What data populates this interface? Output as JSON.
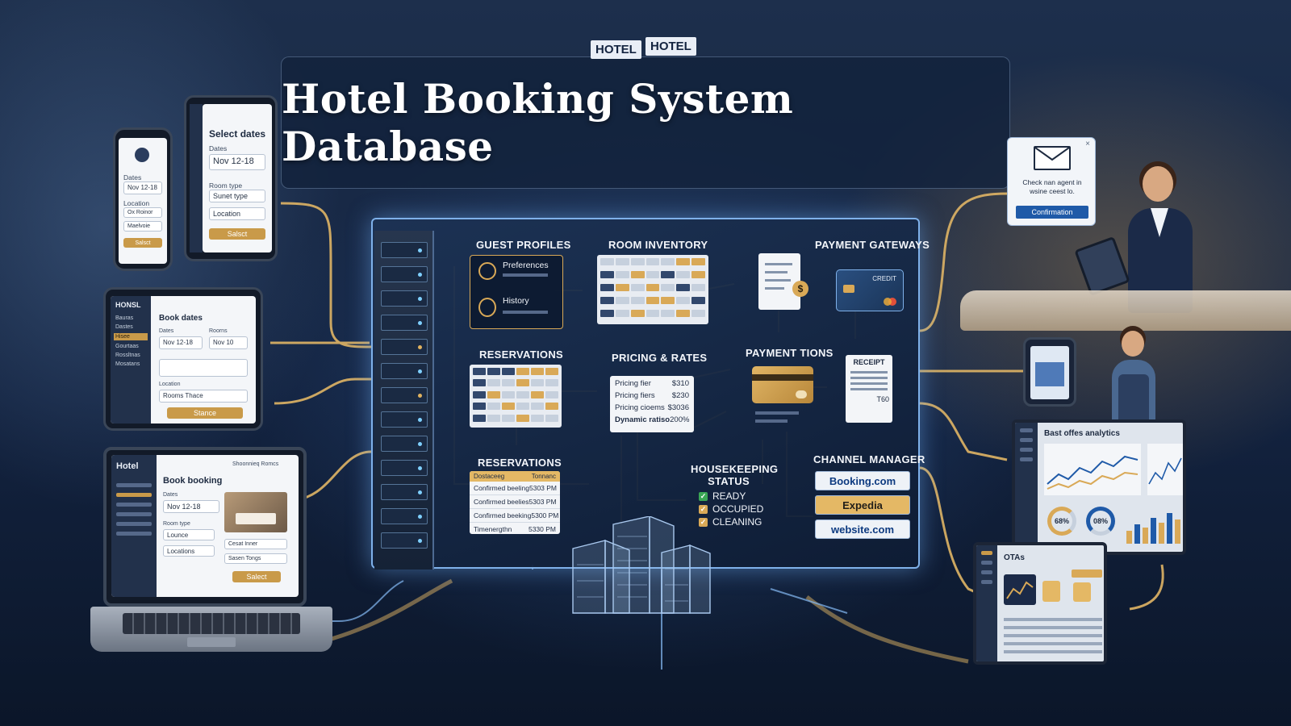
{
  "title": "Hotel Booking System Database",
  "hotel_signs": [
    "HOTEL",
    "HOTEL"
  ],
  "sections": {
    "guest_profiles": {
      "label": "GUEST PROFILES",
      "items": [
        "Preferences",
        "History"
      ]
    },
    "room_inventory": {
      "label": "ROOM INVENTORY"
    },
    "payment_gateways": {
      "label": "PAYMENT GATEWAYS",
      "card_label": "CREDIT"
    },
    "reservations_top": {
      "label": "RESERVATIONS"
    },
    "pricing_rates": {
      "label": "PRICING & RATES",
      "rows": [
        {
          "label": "Pricing fier",
          "value": "$310"
        },
        {
          "label": "Pricing fiers",
          "value": "$230"
        },
        {
          "label": "Pricing cioems",
          "value": "$3036"
        },
        {
          "label": "Dynamic ratiso",
          "value": "200%"
        }
      ]
    },
    "payment_tions": {
      "label": "PAYMENT TIONS",
      "receipt_label": "RECEIPT",
      "receipt_total": "T60"
    },
    "reservations_bottom": {
      "label": "RESERVATIONS",
      "headers": [
        "Dostaceeg",
        "Tonnanc"
      ],
      "rows": [
        {
          "label": "Confirmed beeling",
          "value": "5303 PM"
        },
        {
          "label": "Confirmed beelies",
          "value": "5303 PM"
        },
        {
          "label": "Confirmed beeking",
          "value": "5300 PM"
        },
        {
          "label": "Timenergthn",
          "value": "5330 PM"
        }
      ]
    },
    "housekeeping": {
      "label_line1": "HOUSEKEEPING",
      "label_line2": "STATUS",
      "items": [
        {
          "label": "READY",
          "color": "#3aa655"
        },
        {
          "label": "OCCUPIED",
          "color": "#d9a957"
        },
        {
          "label": "CLEANING",
          "color": "#d9a957"
        }
      ]
    },
    "channel_manager": {
      "label": "CHANNEL MANAGER",
      "channels": [
        "Booking.com",
        "Expedia",
        "website.com"
      ]
    }
  },
  "devices": {
    "phone": {
      "label_dates": "Dates",
      "date_value": "Nov 12-18",
      "label_location": "Location",
      "field_a": "Ox Roinor",
      "field_b": "Maelvoie",
      "button": "Salsct"
    },
    "tablet": {
      "heading": "Select dates",
      "label_dates": "Dates",
      "date_value": "Nov 12-18",
      "label_room": "Room type",
      "room_value": "Sunet type",
      "location_value": "Location",
      "button": "Salsct"
    },
    "tablet_landscape": {
      "brand": "HONSL",
      "heading": "Book dates",
      "label_dates": "Dates",
      "date_value": "Nov 12-18",
      "label_rooms": "Roorns",
      "rooms_value": "Nov 10",
      "label_location": "Location",
      "location_value": "Rooms Thace",
      "button": "Stance",
      "nav": [
        "Bauras",
        "Dastes",
        "Hisee",
        "Gourtaas",
        "Rossltnas",
        "Mosatans"
      ]
    },
    "laptop": {
      "brand": "Hotel",
      "heading": "Book booking",
      "top_link": "Shoonnieq Romcs",
      "label_dates": "Dates",
      "date_value": "Nov 12-18",
      "label_room": "Room type",
      "room_value": "Lounce",
      "field_b": "Locations",
      "select_a": "Cesat Inner",
      "select_b": "Sasen Tongs",
      "button": "Salect"
    }
  },
  "notification": {
    "message": "Check nan agent in wsine ceest lo.",
    "button": "Confirmation"
  },
  "analytics_monitor": {
    "title": "Bast offes analytics",
    "gauge_a": "68%",
    "gauge_b": "08%"
  },
  "ota_monitor": {
    "title": "OTAs"
  },
  "colors": {
    "gold": "#d9a957",
    "blue_glow": "#7fb1ea",
    "navy": "#132340"
  }
}
